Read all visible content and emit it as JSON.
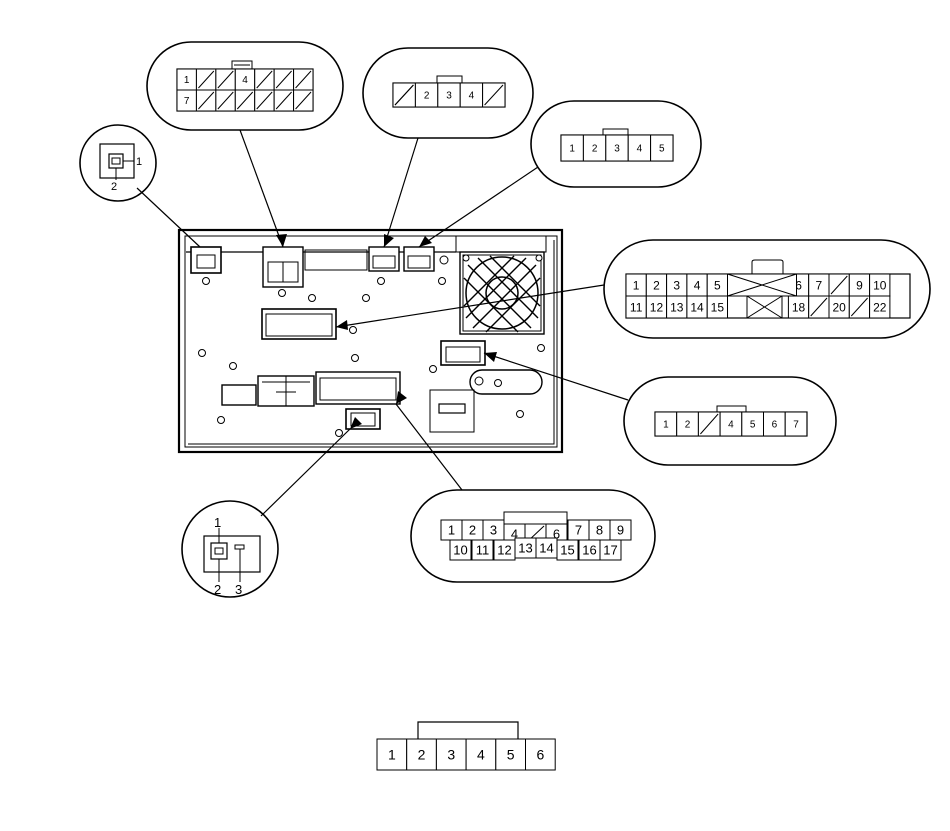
{
  "diagram": {
    "colors": {
      "line": "#000000",
      "background": "#ffffff"
    },
    "connectors": {
      "top_left_8": {
        "row1": [
          "1",
          "",
          "",
          "4",
          "",
          "",
          ""
        ],
        "row2": [
          "7",
          "",
          "",
          "",
          "",
          "",
          ""
        ]
      },
      "top_mid_4": {
        "pins": [
          "",
          "2",
          "3",
          "4",
          ""
        ]
      },
      "top_right_5": {
        "pins": [
          "1",
          "2",
          "3",
          "4",
          "5"
        ]
      },
      "coax_left": {
        "pin_a": "1",
        "pin_b": "2"
      },
      "right_22": {
        "row1": [
          "1",
          "2",
          "3",
          "4",
          "5",
          "",
          "",
          "6",
          "7",
          "",
          "9",
          "10"
        ],
        "row2": [
          "11",
          "12",
          "13",
          "14",
          "15",
          "",
          "",
          "18",
          "",
          "20",
          "",
          "22"
        ]
      },
      "right_7": {
        "pins": [
          "1",
          "2",
          "",
          "4",
          "5",
          "6",
          "7"
        ]
      },
      "bottom_17": {
        "row1": [
          "1",
          "2",
          "3",
          "4",
          "",
          "6",
          "7",
          "8",
          "9"
        ],
        "row2": [
          "10",
          "11",
          "12",
          "13",
          "14",
          "15",
          "16",
          "17"
        ]
      },
      "coax_bottom": {
        "pin_top": "1",
        "pin_a": "2",
        "pin_b": "3"
      },
      "loose_6": {
        "pins": [
          "1",
          "2",
          "3",
          "4",
          "5",
          "6"
        ]
      }
    }
  }
}
